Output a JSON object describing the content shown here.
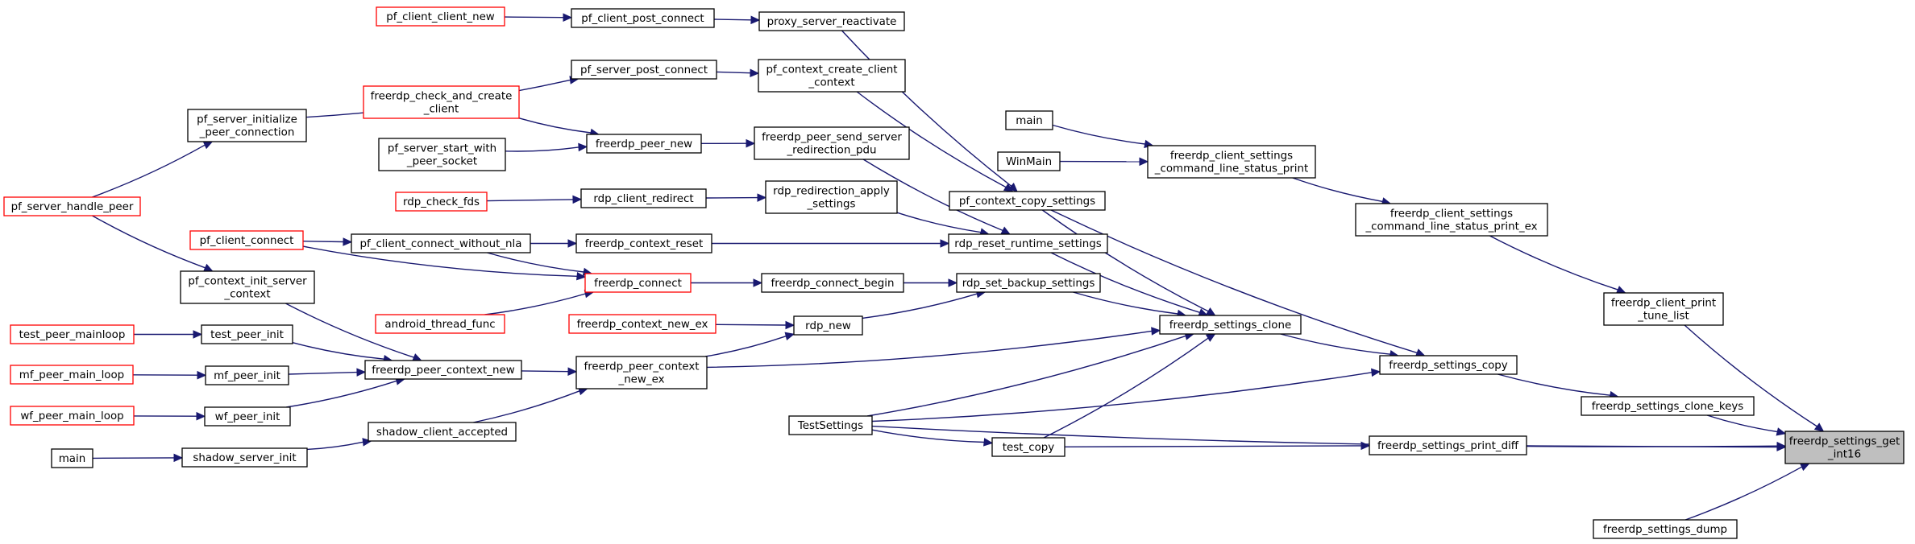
{
  "diagram": {
    "colors": {
      "edge": "#191970",
      "node_border": "#000000",
      "linked_border": "#ff0000",
      "focus_fill": "#bfbfbf"
    },
    "nodes": [
      {
        "id": "root",
        "lines": [
          "freerdp_settings_get",
          "_int16"
        ],
        "style": "focus"
      },
      {
        "id": "pf_client_client_new",
        "lines": [
          "pf_client_client_new"
        ],
        "style": "red"
      },
      {
        "id": "pf_client_post_connect",
        "lines": [
          "pf_client_post_connect"
        ],
        "style": "black"
      },
      {
        "id": "proxy_server_reactivate",
        "lines": [
          "proxy_server_reactivate"
        ],
        "style": "black"
      },
      {
        "id": "pf_server_post_connect",
        "lines": [
          "pf_server_post_connect"
        ],
        "style": "black"
      },
      {
        "id": "pf_context_create_client",
        "lines": [
          "pf_context_create_client",
          "_context"
        ],
        "style": "black"
      },
      {
        "id": "pf_server_initialize",
        "lines": [
          "pf_server_initialize",
          "_peer_connection"
        ],
        "style": "black"
      },
      {
        "id": "freerdp_check_and_create",
        "lines": [
          "freerdp_check_and_create",
          "_client"
        ],
        "style": "red"
      },
      {
        "id": "freerdp_peer_new",
        "lines": [
          "freerdp_peer_new"
        ],
        "style": "black"
      },
      {
        "id": "freerdp_peer_send_server",
        "lines": [
          "freerdp_peer_send_server",
          "_redirection_pdu"
        ],
        "style": "black"
      },
      {
        "id": "pf_server_start_with",
        "lines": [
          "pf_server_start_with",
          "_peer_socket"
        ],
        "style": "black"
      },
      {
        "id": "main_top",
        "lines": [
          "main"
        ],
        "style": "black"
      },
      {
        "id": "WinMain",
        "lines": [
          "WinMain"
        ],
        "style": "black"
      },
      {
        "id": "freerdp_client_settings_print",
        "lines": [
          "freerdp_client_settings",
          "_command_line_status_print"
        ],
        "style": "black"
      },
      {
        "id": "pf_server_handle_peer",
        "lines": [
          "pf_server_handle_peer"
        ],
        "style": "red"
      },
      {
        "id": "rdp_check_fds",
        "lines": [
          "rdp_check_fds"
        ],
        "style": "red"
      },
      {
        "id": "rdp_client_redirect",
        "lines": [
          "rdp_client_redirect"
        ],
        "style": "black"
      },
      {
        "id": "rdp_redirection_apply",
        "lines": [
          "rdp_redirection_apply",
          "_settings"
        ],
        "style": "black"
      },
      {
        "id": "pf_context_copy_settings",
        "lines": [
          "pf_context_copy_settings"
        ],
        "style": "black"
      },
      {
        "id": "freerdp_client_settings_print_ex",
        "lines": [
          "freerdp_client_settings",
          "_command_line_status_print_ex"
        ],
        "style": "black"
      },
      {
        "id": "pf_client_connect",
        "lines": [
          "pf_client_connect"
        ],
        "style": "red"
      },
      {
        "id": "pf_client_connect_without_nla",
        "lines": [
          "pf_client_connect_without_nla"
        ],
        "style": "black"
      },
      {
        "id": "freerdp_context_reset",
        "lines": [
          "freerdp_context_reset"
        ],
        "style": "black"
      },
      {
        "id": "rdp_reset_runtime_settings",
        "lines": [
          "rdp_reset_runtime_settings"
        ],
        "style": "black"
      },
      {
        "id": "pf_context_init_server",
        "lines": [
          "pf_context_init_server",
          "_context"
        ],
        "style": "black"
      },
      {
        "id": "freerdp_connect",
        "lines": [
          "freerdp_connect"
        ],
        "style": "red"
      },
      {
        "id": "freerdp_connect_begin",
        "lines": [
          "freerdp_connect_begin"
        ],
        "style": "black"
      },
      {
        "id": "rdp_set_backup_settings",
        "lines": [
          "rdp_set_backup_settings"
        ],
        "style": "black"
      },
      {
        "id": "freerdp_client_print_tune_list",
        "lines": [
          "freerdp_client_print",
          "_tune_list"
        ],
        "style": "black"
      },
      {
        "id": "android_thread_func",
        "lines": [
          "android_thread_func"
        ],
        "style": "red"
      },
      {
        "id": "freerdp_context_new_ex",
        "lines": [
          "freerdp_context_new_ex"
        ],
        "style": "red"
      },
      {
        "id": "rdp_new",
        "lines": [
          "rdp_new"
        ],
        "style": "black"
      },
      {
        "id": "freerdp_settings_clone",
        "lines": [
          "freerdp_settings_clone"
        ],
        "style": "black"
      },
      {
        "id": "test_peer_mainloop",
        "lines": [
          "test_peer_mainloop"
        ],
        "style": "red"
      },
      {
        "id": "test_peer_init",
        "lines": [
          "test_peer_init"
        ],
        "style": "black"
      },
      {
        "id": "freerdp_settings_copy",
        "lines": [
          "freerdp_settings_copy"
        ],
        "style": "black"
      },
      {
        "id": "freerdp_peer_context_new_ex",
        "lines": [
          "freerdp_peer_context",
          "_new_ex"
        ],
        "style": "black"
      },
      {
        "id": "mf_peer_main_loop",
        "lines": [
          "mf_peer_main_loop"
        ],
        "style": "red"
      },
      {
        "id": "mf_peer_init",
        "lines": [
          "mf_peer_init"
        ],
        "style": "black"
      },
      {
        "id": "freerdp_peer_context_new",
        "lines": [
          "freerdp_peer_context_new"
        ],
        "style": "black"
      },
      {
        "id": "freerdp_settings_clone_keys",
        "lines": [
          "freerdp_settings_clone_keys"
        ],
        "style": "black"
      },
      {
        "id": "wf_peer_main_loop",
        "lines": [
          "wf_peer_main_loop"
        ],
        "style": "red"
      },
      {
        "id": "wf_peer_init",
        "lines": [
          "wf_peer_init"
        ],
        "style": "black"
      },
      {
        "id": "TestSettings",
        "lines": [
          "TestSettings"
        ],
        "style": "black"
      },
      {
        "id": "shadow_client_accepted",
        "lines": [
          "shadow_client_accepted"
        ],
        "style": "black"
      },
      {
        "id": "test_copy",
        "lines": [
          "test_copy"
        ],
        "style": "black"
      },
      {
        "id": "freerdp_settings_print_diff",
        "lines": [
          "freerdp_settings_print_diff"
        ],
        "style": "black"
      },
      {
        "id": "main_bottom",
        "lines": [
          "main"
        ],
        "style": "black"
      },
      {
        "id": "shadow_server_init",
        "lines": [
          "shadow_server_init"
        ],
        "style": "black"
      },
      {
        "id": "freerdp_settings_dump",
        "lines": [
          "freerdp_settings_dump"
        ],
        "style": "black"
      }
    ],
    "edges": [
      [
        "pf_client_client_new",
        "pf_client_post_connect"
      ],
      [
        "pf_client_post_connect",
        "proxy_server_reactivate"
      ],
      [
        "proxy_server_reactivate",
        "pf_context_copy_settings"
      ],
      [
        "pf_server_post_connect",
        "pf_context_create_client"
      ],
      [
        "pf_context_create_client",
        "pf_context_copy_settings"
      ],
      [
        "pf_server_initialize",
        "pf_server_post_connect"
      ],
      [
        "pf_server_handle_peer",
        "pf_server_initialize"
      ],
      [
        "freerdp_check_and_create",
        "freerdp_peer_new"
      ],
      [
        "pf_server_start_with",
        "freerdp_peer_new"
      ],
      [
        "freerdp_peer_new",
        "freerdp_peer_send_server"
      ],
      [
        "freerdp_peer_send_server",
        "rdp_reset_runtime_settings"
      ],
      [
        "main_top",
        "freerdp_client_settings_print"
      ],
      [
        "WinMain",
        "freerdp_client_settings_print"
      ],
      [
        "freerdp_client_settings_print",
        "freerdp_client_settings_print_ex"
      ],
      [
        "freerdp_client_settings_print_ex",
        "freerdp_client_print_tune_list"
      ],
      [
        "freerdp_client_print_tune_list",
        "root"
      ],
      [
        "rdp_check_fds",
        "rdp_client_redirect"
      ],
      [
        "rdp_client_redirect",
        "rdp_redirection_apply"
      ],
      [
        "rdp_redirection_apply",
        "rdp_reset_runtime_settings"
      ],
      [
        "pf_context_copy_settings",
        "freerdp_settings_clone"
      ],
      [
        "pf_context_copy_settings",
        "freerdp_settings_copy"
      ],
      [
        "pf_client_connect",
        "pf_client_connect_without_nla"
      ],
      [
        "pf_client_connect",
        "freerdp_connect"
      ],
      [
        "pf_client_connect_without_nla",
        "freerdp_context_reset"
      ],
      [
        "pf_client_connect_without_nla",
        "freerdp_connect"
      ],
      [
        "freerdp_context_reset",
        "rdp_reset_runtime_settings"
      ],
      [
        "rdp_reset_runtime_settings",
        "freerdp_settings_clone"
      ],
      [
        "pf_server_handle_peer",
        "pf_context_init_server"
      ],
      [
        "pf_context_init_server",
        "freerdp_peer_context_new"
      ],
      [
        "android_thread_func",
        "freerdp_connect"
      ],
      [
        "freerdp_connect",
        "freerdp_connect_begin"
      ],
      [
        "freerdp_connect_begin",
        "rdp_set_backup_settings"
      ],
      [
        "rdp_set_backup_settings",
        "freerdp_settings_clone"
      ],
      [
        "freerdp_context_new_ex",
        "rdp_new"
      ],
      [
        "freerdp_peer_context_new_ex",
        "rdp_new"
      ],
      [
        "rdp_new",
        "rdp_set_backup_settings"
      ],
      [
        "freerdp_peer_context_new_ex",
        "freerdp_settings_clone"
      ],
      [
        "freerdp_settings_clone",
        "freerdp_settings_copy"
      ],
      [
        "freerdp_settings_copy",
        "freerdp_settings_clone_keys"
      ],
      [
        "freerdp_settings_clone_keys",
        "root"
      ],
      [
        "test_peer_mainloop",
        "test_peer_init"
      ],
      [
        "test_peer_init",
        "freerdp_peer_context_new"
      ],
      [
        "mf_peer_main_loop",
        "mf_peer_init"
      ],
      [
        "mf_peer_init",
        "freerdp_peer_context_new"
      ],
      [
        "wf_peer_main_loop",
        "wf_peer_init"
      ],
      [
        "wf_peer_init",
        "freerdp_peer_context_new"
      ],
      [
        "freerdp_peer_context_new",
        "freerdp_peer_context_new_ex"
      ],
      [
        "shadow_client_accepted",
        "freerdp_peer_context_new_ex"
      ],
      [
        "main_bottom",
        "shadow_server_init"
      ],
      [
        "shadow_server_init",
        "shadow_client_accepted"
      ],
      [
        "TestSettings",
        "freerdp_settings_clone"
      ],
      [
        "TestSettings",
        "freerdp_settings_copy"
      ],
      [
        "TestSettings",
        "test_copy"
      ],
      [
        "test_copy",
        "freerdp_settings_clone"
      ],
      [
        "test_copy",
        "freerdp_settings_print_diff"
      ],
      [
        "freerdp_settings_print_diff",
        "root"
      ],
      [
        "TestSettings",
        "root"
      ],
      [
        "freerdp_settings_dump",
        "root"
      ]
    ]
  }
}
